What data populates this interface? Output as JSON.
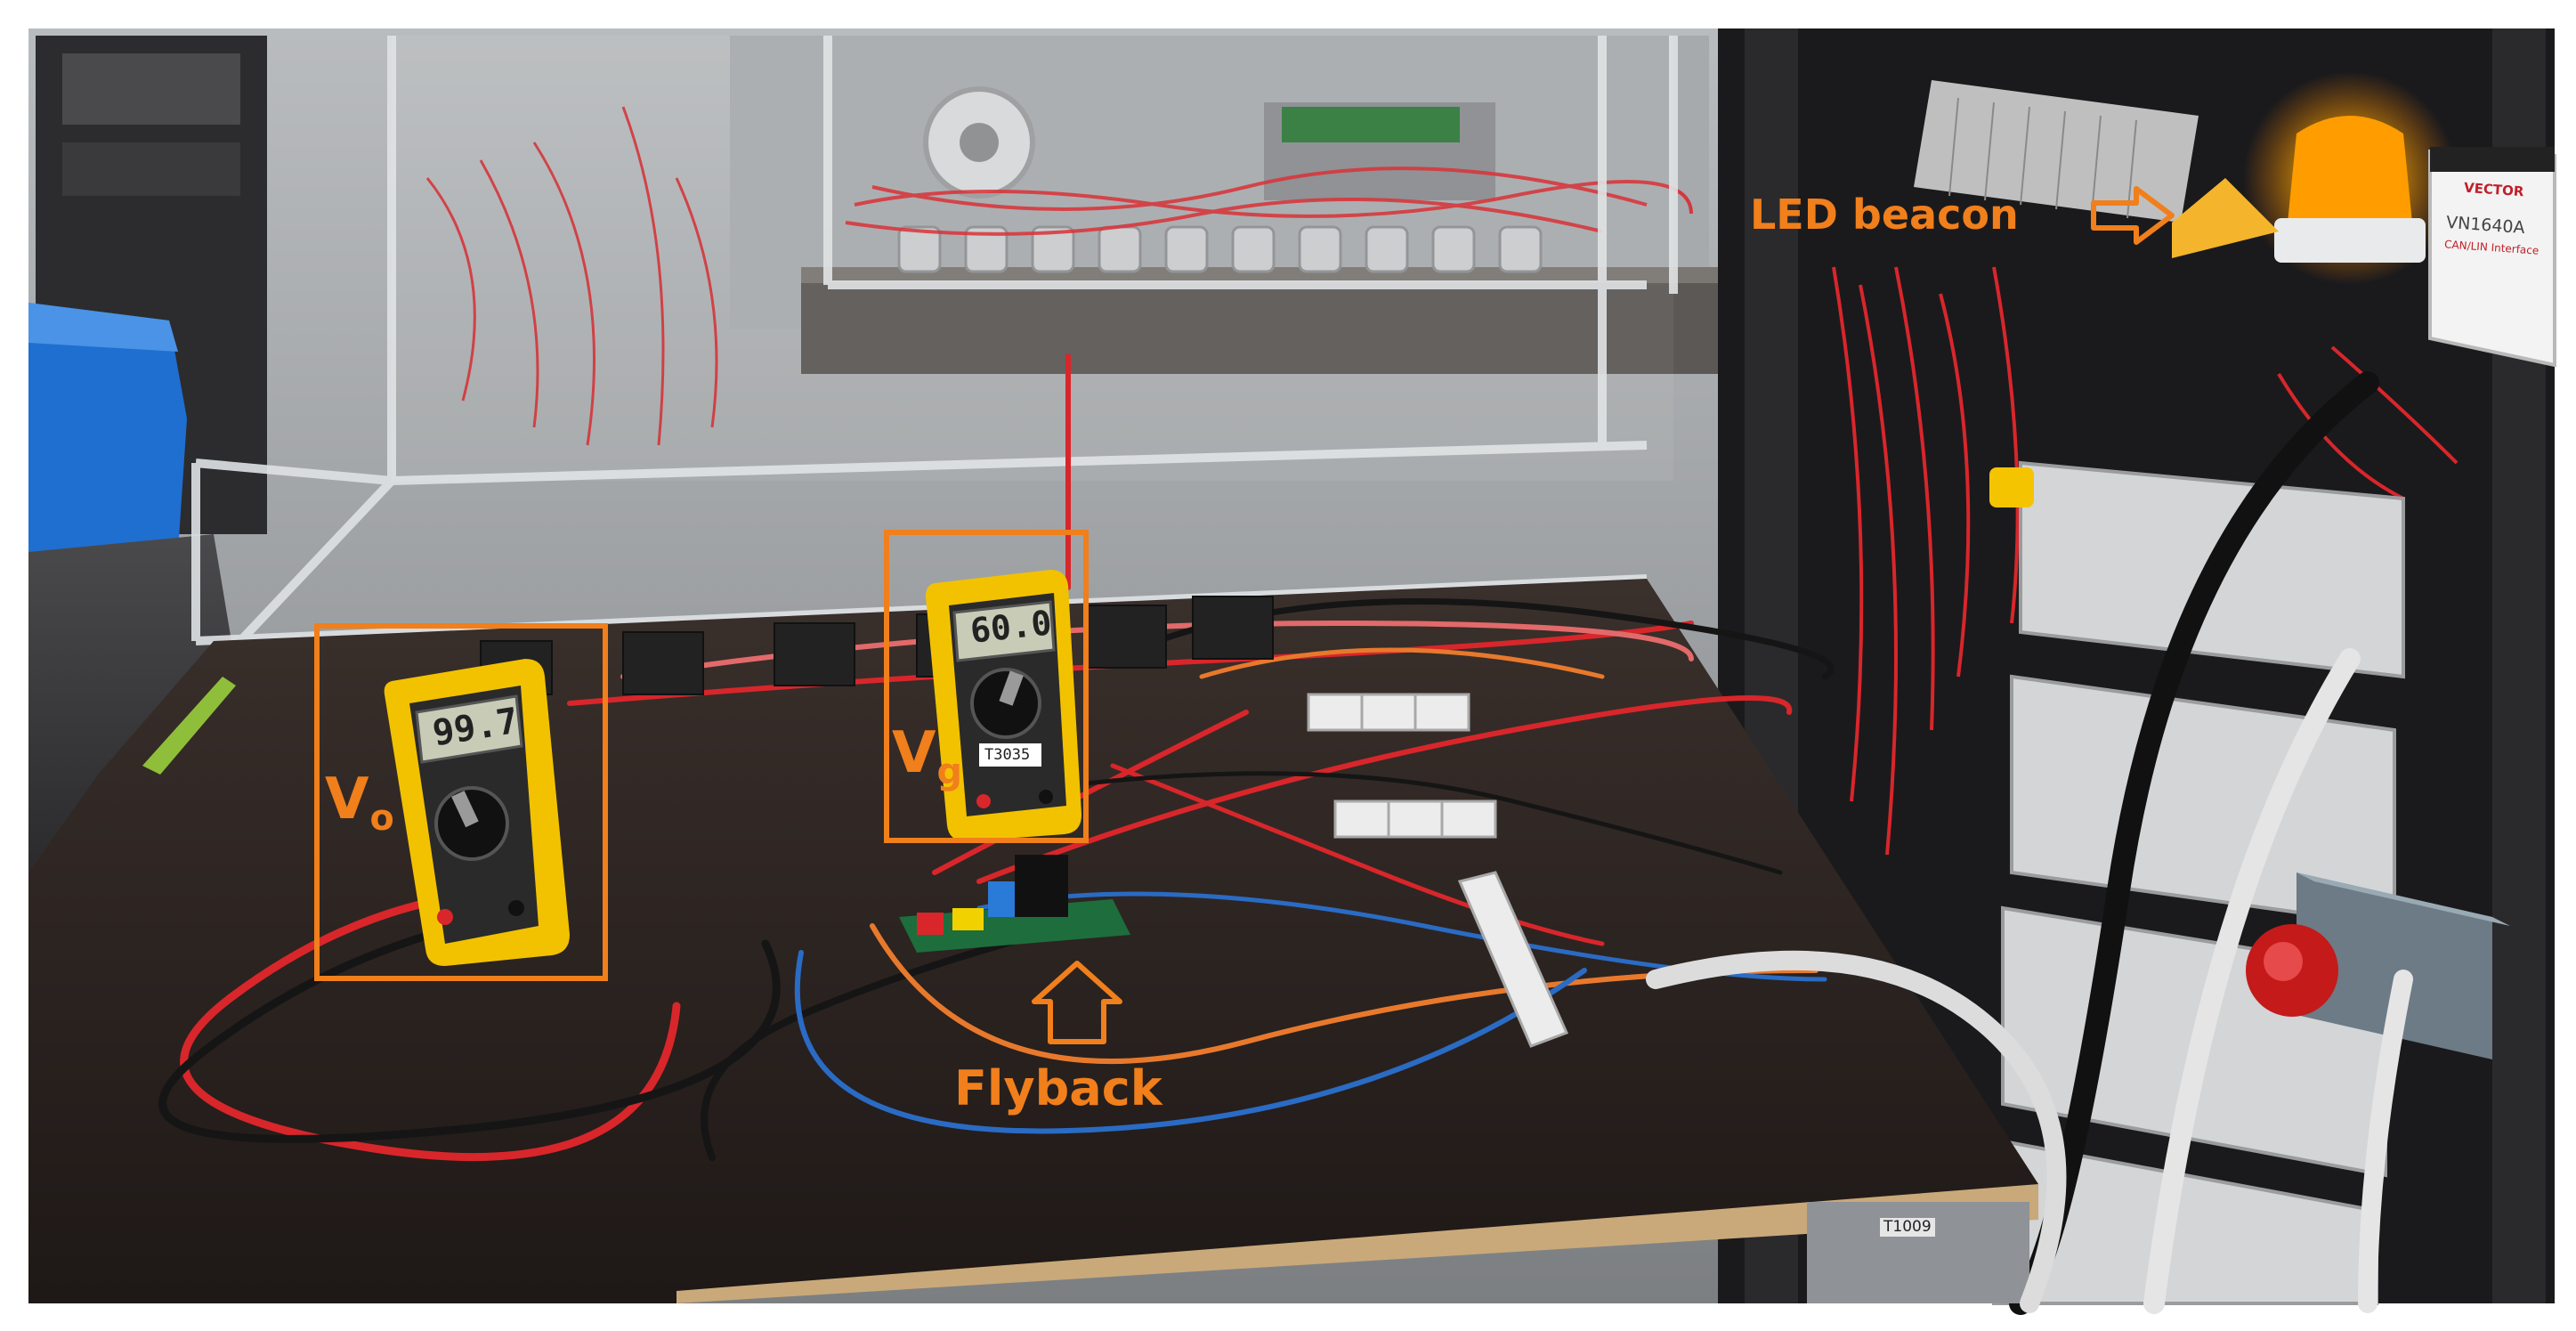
{
  "annotations": {
    "led_beacon": "LED beacon",
    "flyback": "Flyback",
    "vo_main": "V",
    "vo_sub": "o",
    "vg_main": "V",
    "vg_sub": "g"
  },
  "meters": {
    "left_display": "99.7",
    "right_display": "60.0",
    "right_tag": "T3035"
  },
  "labels": {
    "interface_brand": "VECTOR",
    "interface_model": "VN1640A",
    "interface_desc": "CAN/LIN Interface",
    "table_tag": "T1009"
  },
  "colors": {
    "annotation": "#f07f1c",
    "meter_body": "#f2c200",
    "table_top": "#2a2220",
    "wire_red": "#d8262b"
  }
}
